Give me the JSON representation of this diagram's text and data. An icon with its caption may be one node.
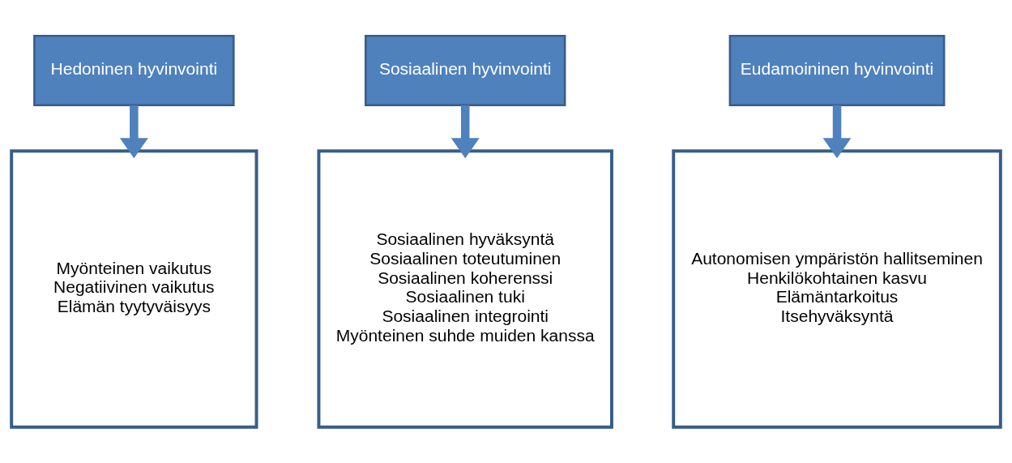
{
  "diagram": {
    "nodes": [
      {
        "text": [
          "Hedoninen hyvinvointi"
        ]
      },
      {
        "text": [
          "Myönteinen vaikutus",
          "Negatiivinen vaikutus",
          "Elämän tyytyväisyys"
        ]
      },
      {
        "text": [
          "Sosiaalinen hyvinvointi"
        ]
      },
      {
        "text": [
          "Sosiaalinen hyväksyntä",
          "Sosiaalinen toteutuminen",
          "Sosiaalinen koherenssi",
          "Sosiaalinen tuki",
          "Sosiaalinen integrointi",
          "Myönteinen suhde muiden kanssa"
        ]
      },
      {
        "text": [
          "Eudamoininen hyvinvointi"
        ]
      },
      {
        "text": [
          "Autonomisen ympäristön hallitseminen",
          "Henkilökohtainen kasvu",
          "Elämäntarkoitus",
          "Itsehyväksyntä"
        ]
      }
    ],
    "edges": [
      {
        "from": 0,
        "to": 1,
        "arrow": "to"
      },
      {
        "from": 2,
        "to": 3,
        "arrow": "to"
      },
      {
        "from": 4,
        "to": 5,
        "arrow": "to"
      }
    ]
  }
}
